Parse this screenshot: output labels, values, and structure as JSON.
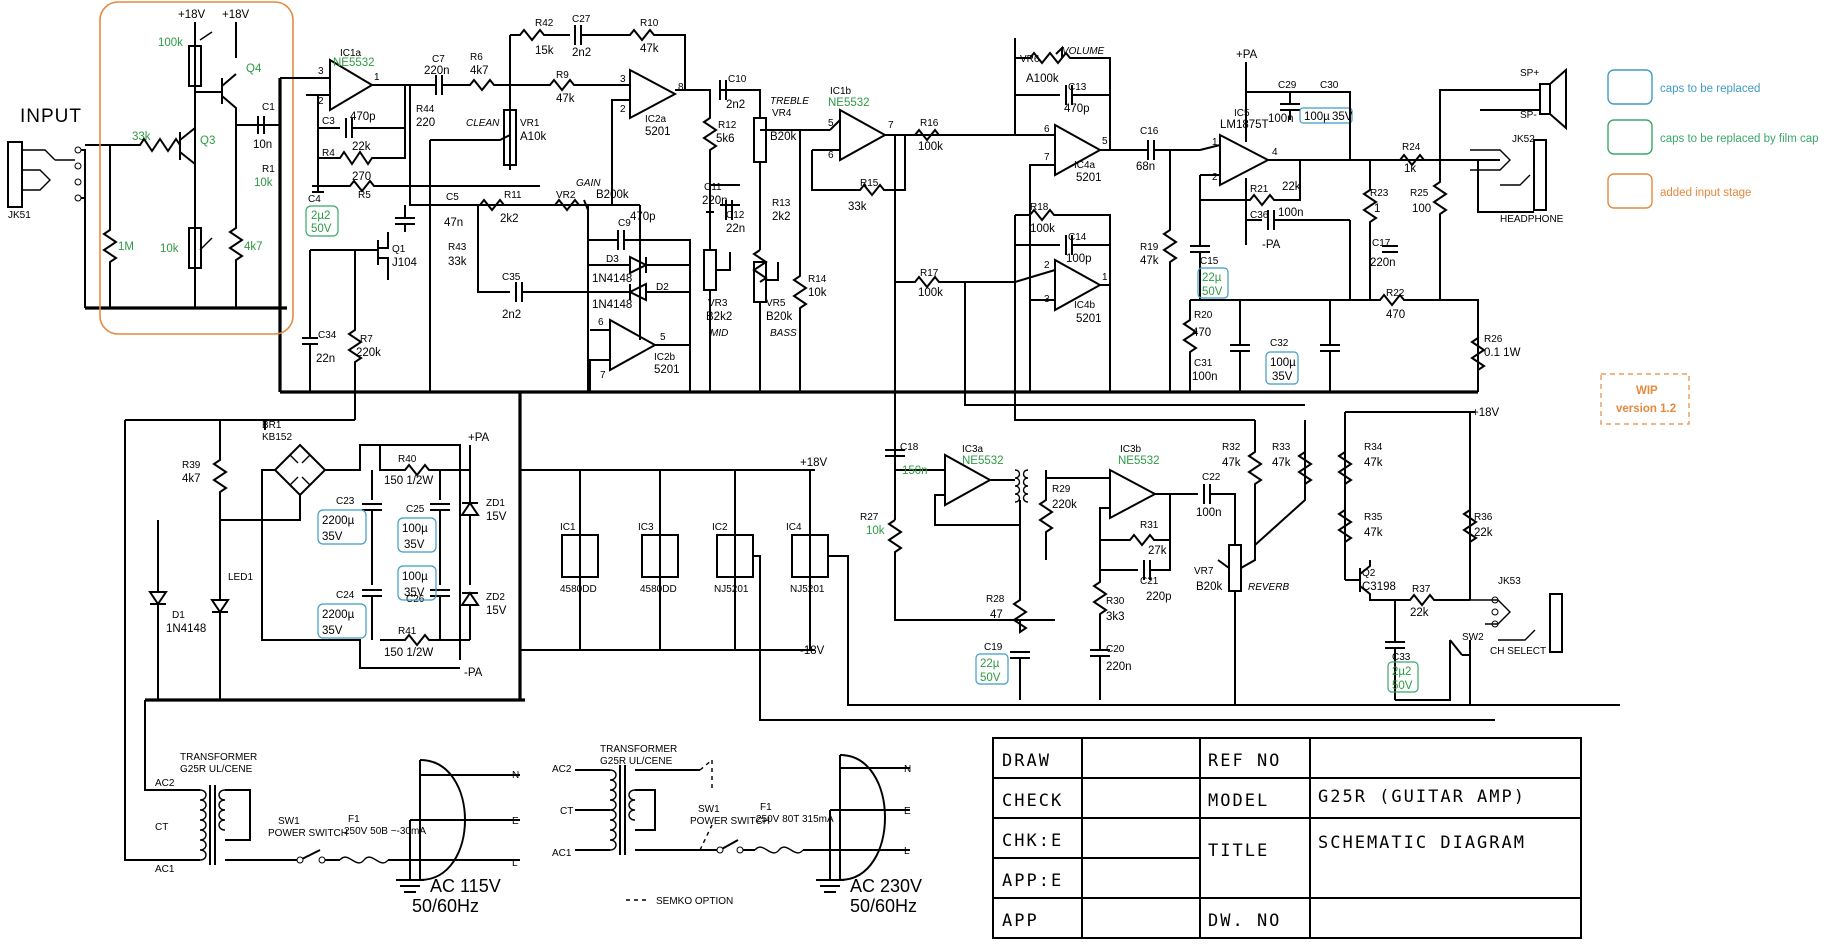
{
  "input": {
    "title": "INPUT",
    "jack": "JK51"
  },
  "input_stage": {
    "rail_a": "+18V",
    "rail_b": "+18V",
    "pot": "100k",
    "r_in": "33k",
    "q3": "Q3",
    "q4": "Q4",
    "r_bias": "1M",
    "trim": "10k",
    "r_emit": "4k7",
    "c1": "C1",
    "c1_val": "10n",
    "r1": "R1",
    "r1_val": "10k"
  },
  "preamp": {
    "ic1a": "IC1a",
    "ic1a_type": "NE5532",
    "c3": "C3",
    "c3_val": "470p",
    "r4": "R4",
    "r4_val": "22k",
    "c4": "C4",
    "c4_val": "2µ2",
    "c4_v": "50V",
    "r5": "R5",
    "r5_val": "270",
    "c7": "C7",
    "c7_val": "220n",
    "r6": "R6",
    "r6_val": "4k7",
    "r44": "R44",
    "r44_val": "220",
    "clean": "CLEAN",
    "vr1": "VR1",
    "vr1_val": "A10k",
    "c5": "C5",
    "c5_val": "47n",
    "r11": "R11",
    "r11_val": "2k2",
    "r43": "R43",
    "r43_val": "33k",
    "c35": "C35",
    "c35_val": "2n2",
    "gain": "GAIN",
    "vr2": "VR2",
    "vr2_val": "B200k",
    "c9": "C9",
    "c9_val": "470p",
    "d3": "D3",
    "d3_val": "1N4148",
    "d2": "D2",
    "d2_val": "1N4148",
    "ic2b": "IC2b",
    "ic2b_type": "5201",
    "q1": "Q1",
    "q1_type": "J104",
    "c34": "C34",
    "c34_val": "22n",
    "r7": "R7",
    "r7_val": "220k",
    "r42": "R42",
    "r42_val": "15k",
    "c27": "C27",
    "c27_val": "2n2",
    "r10": "R10",
    "r10_val": "47k",
    "r9": "R9",
    "r9_val": "47k",
    "ic2a": "IC2a",
    "ic2a_type": "5201"
  },
  "tone": {
    "c10": "C10",
    "c10_val": "2n2",
    "treble": "TREBLE",
    "vr4": "VR4",
    "vr4_val": "B20k",
    "r12": "R12",
    "r12_val": "5k6",
    "c11": "C11",
    "c11_val": "220n",
    "c12": "C12",
    "c12_val": "22n",
    "r13": "R13",
    "r13_val": "2k2",
    "vr3": "VR3",
    "vr3_val": "B2k2",
    "mid": "MID",
    "vr5": "VR5",
    "vr5_val": "B20k",
    "bass": "BASS",
    "r14": "R14",
    "r14_val": "10k"
  },
  "ic1b": {
    "name": "IC1b",
    "type": "NE5532",
    "r15": "R15",
    "r15_val": "33k"
  },
  "mixer": {
    "r16": "R16",
    "r16_val": "100k",
    "r17": "R17",
    "r17_val": "100k",
    "vr6": "VR6",
    "volume": "VOLUME",
    "vr6_val": "A100k",
    "c13": "C13",
    "c13_val": "470p",
    "ic4a": "IC4a",
    "ic4a_type": "5201",
    "r18": "R18",
    "r18_val": "100k",
    "c14": "C14",
    "c14_val": "100p",
    "ic4b": "IC4b",
    "ic4b_type": "5201"
  },
  "power_amp": {
    "c16": "C16",
    "c16_val": "68n",
    "ic5": "IC5",
    "ic5_type": "LM1875T",
    "pa": "+PA",
    "npa": "-PA",
    "c29": "C29",
    "c29_val": "100n",
    "c30": "C30",
    "c30_val": "100µ",
    "c30_v": "35V",
    "r21": "R21",
    "r21_val": "22k",
    "c36": "C36",
    "c36_val": "100n",
    "r19": "R19",
    "r19_val": "47k",
    "c15": "C15",
    "c15_val": "22µ",
    "c15_v": "50V",
    "r20": "R20",
    "r20_val": "470",
    "c31": "C31",
    "c31_val": "100n",
    "c32": "C32",
    "c32_val": "100µ",
    "c32_v": "35V",
    "r23": "R23",
    "r23_val": "1",
    "c17": "C17",
    "c17_val": "220n",
    "r22": "R22",
    "r22_val": "470",
    "r24": "R24",
    "r24_val": "1k",
    "r25": "R25",
    "r25_val": "100",
    "r26": "R26",
    "r26_val": "0.1 1W",
    "sp_pos": "SP+",
    "sp_neg": "SP-",
    "jk52": "JK52",
    "headphone": "HEADPHONE"
  },
  "psu": {
    "br1": "BR1",
    "br1_type": "KB152",
    "r39": "R39",
    "r39_val": "4k7",
    "r40": "R40",
    "r40_val": "150 1/2W",
    "r41": "R41",
    "r41_val": "150 1/2W",
    "c23": "C23",
    "c23_val": "2200µ",
    "c23_v": "35V",
    "c24": "C24",
    "c24_val": "2200µ",
    "c24_v": "35V",
    "c25": "C25",
    "c25_val": "100µ",
    "c25_v": "35V",
    "c26": "C26",
    "c26_val": "100µ",
    "c26_v": "35V",
    "zd1": "ZD1",
    "zd1_val": "15V",
    "zd2": "ZD2",
    "zd2_val": "15V",
    "d1": "D1",
    "d1_val": "1N4148",
    "led1": "LED1",
    "pa": "+PA",
    "npa": "-PA",
    "p18": "+18V",
    "n18": "-18V"
  },
  "ics": {
    "ic1": "IC1",
    "ic1_type": "4580DD",
    "ic3": "IC3",
    "ic3_type": "4580DD",
    "ic2": "IC2",
    "ic2_type": "NJ5201",
    "ic4": "IC4",
    "ic4_type": "NJ5201"
  },
  "reverb": {
    "c18": "C18",
    "c18_val": "150n",
    "ic3a": "IC3a",
    "ic3a_type": "NE5532",
    "r27": "R27",
    "r27_val": "10k",
    "r28": "R28",
    "r28_val": "47",
    "c19": "C19",
    "c19_val": "22µ",
    "c19_v": "50V",
    "r29": "R29",
    "r29_val": "220k",
    "ic3b": "IC3b",
    "ic3b_type": "NE5532",
    "c22": "C22",
    "c22_val": "100n",
    "r31": "R31",
    "r31_val": "27k",
    "c21": "C21",
    "c21_val": "220p",
    "r30": "R30",
    "r30_val": "3k3",
    "c20": "C20",
    "c20_val": "220n",
    "vr7": "VR7",
    "vr7_val": "B20k",
    "reverb": "REVERB",
    "r32": "R32",
    "r32_val": "47k",
    "r33": "R33",
    "r33_val": "47k"
  },
  "channel": {
    "p18": "+18V",
    "r34": "R34",
    "r34_val": "47k",
    "r35": "R35",
    "r35_val": "47k",
    "r36": "R36",
    "r36_val": "22k",
    "q2": "Q2",
    "q2_type": "C3198",
    "r37": "R37",
    "r37_val": "22k",
    "jk53": "JK53",
    "sw2": "SW2",
    "ch_select": "CH SELECT",
    "c33": "C33",
    "c33_val": "2µ2",
    "c33_v": "50V"
  },
  "mains": {
    "transformer": "TRANSFORMER",
    "tr_type": "G25R UL/CENE",
    "ac2": "AC2",
    "ct": "CT",
    "ac1": "AC1",
    "sw1": "SW1",
    "power_switch": "POWER SWITCH",
    "f1": "F1",
    "fuse_115": "250V 50B ~-30mA",
    "fuse_230": "250V 80T 315mA",
    "n": "N",
    "e": "E",
    "l": "L",
    "ac115": "AC 115V",
    "ac230": "AC 230V",
    "hz": "50/60Hz",
    "semko": "SEMKO OPTION"
  },
  "title_block": {
    "draw": "DRAW",
    "check": "CHECK",
    "chk_e": "CHK:E",
    "app_e": "APP:E",
    "app": "APP",
    "ref_no": "REF NO",
    "model": "MODEL",
    "title": "TITLE",
    "dw_no": "DW. NO",
    "model_val": "G25R (GUITAR AMP)",
    "title_val": "SCHEMATIC   DIAGRAM"
  },
  "legend": {
    "caps_replace": "caps to be replaced",
    "caps_film": "caps to be replaced by film cap",
    "input_stage": "added input stage",
    "wip": "WIP",
    "version": "version 1.2",
    "colors": {
      "blue": "#3f9cc4",
      "green": "#3aa86a",
      "orange": "#e48a3f"
    }
  }
}
